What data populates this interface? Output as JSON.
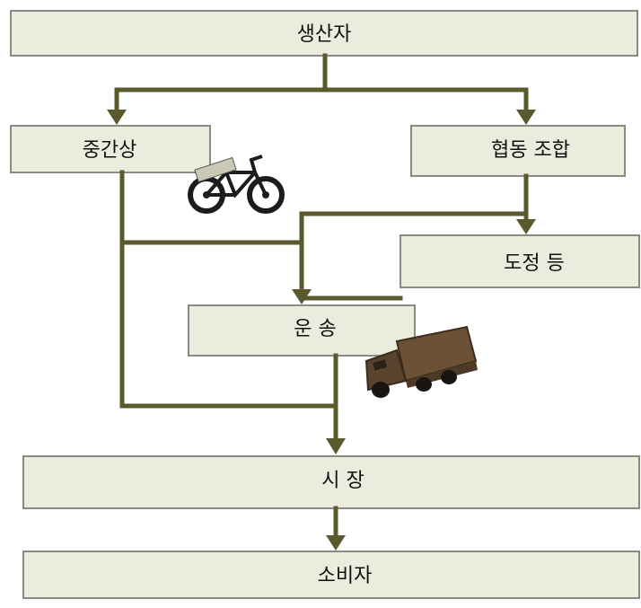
{
  "nodes": {
    "producer": "생산자",
    "middleman": "중간상",
    "cooperative": "협동 조합",
    "wholesale": "도정 등",
    "transport": "운 송",
    "market": "시 장",
    "consumer": "소비자"
  },
  "icons": {
    "middleman_icon": "bicycle-icon",
    "transport_icon": "truck-icon"
  },
  "colors": {
    "box_fill": "#ebebde",
    "box_stroke": "#8a8a80",
    "connector": "#5a5a2e"
  }
}
